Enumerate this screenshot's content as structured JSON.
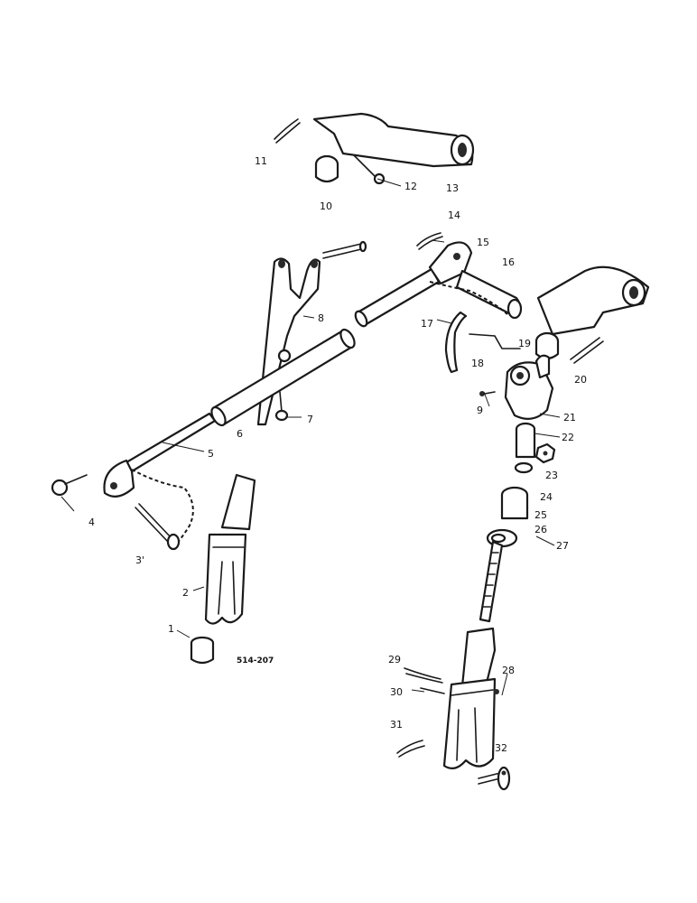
{
  "diagram": {
    "reference_code": "514-207",
    "callouts": {
      "c1": "1",
      "c2": "2",
      "c3": "3'",
      "c4": "4",
      "c5": "5",
      "c6": "6",
      "c7": "7",
      "c8": "8",
      "c9": "9",
      "c10": "10",
      "c11": "11",
      "c12": "12",
      "c13": "13",
      "c14": "14",
      "c15": "15",
      "c16": "16",
      "c17": "17",
      "c18": "18",
      "c19": "19",
      "c20": "20",
      "c21": "21",
      "c22": "22",
      "c23": "23",
      "c24": "24",
      "c25": "25",
      "c26": "26",
      "c27": "27",
      "c28": "28",
      "c29": "29",
      "c30": "30",
      "c31": "31",
      "c32": "32"
    }
  }
}
